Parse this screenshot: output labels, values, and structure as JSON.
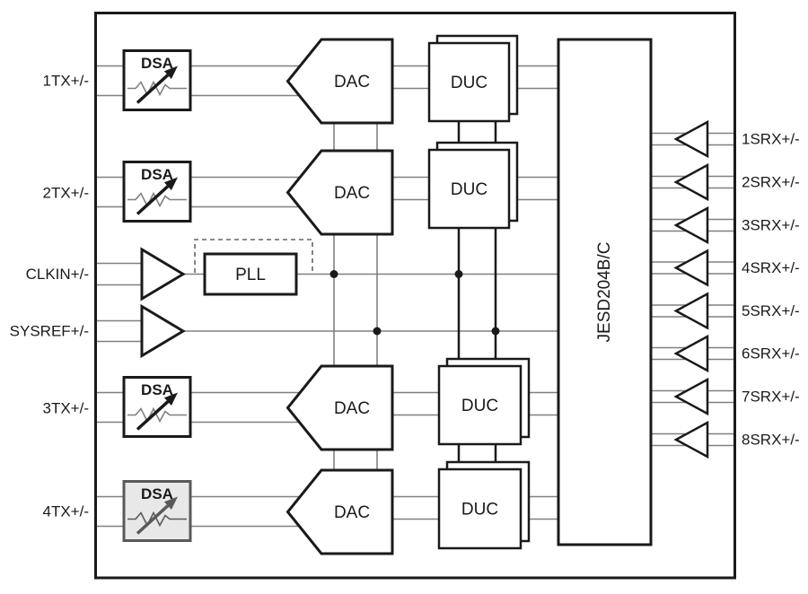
{
  "pins": {
    "left": [
      "1TX+/-",
      "2TX+/-",
      "CLKIN+/-",
      "SYSREF+/-",
      "3TX+/-",
      "4TX+/-"
    ],
    "right": [
      "1SRX+/-",
      "2SRX+/-",
      "3SRX+/-",
      "4SRX+/-",
      "5SRX+/-",
      "6SRX+/-",
      "7SRX+/-",
      "8SRX+/-"
    ]
  },
  "blocks": {
    "dsa": "DSA",
    "dac": "DAC",
    "duc": "DUC",
    "pll": "PLL",
    "jesd": "JESD204B/C"
  },
  "colors": {
    "line_gray": "#808080",
    "block_stroke": "#1a1a1a",
    "dsa_disabled_fill": "#e8e8e8",
    "dsa_disabled_stroke": "#595959",
    "background": "#ffffff"
  }
}
